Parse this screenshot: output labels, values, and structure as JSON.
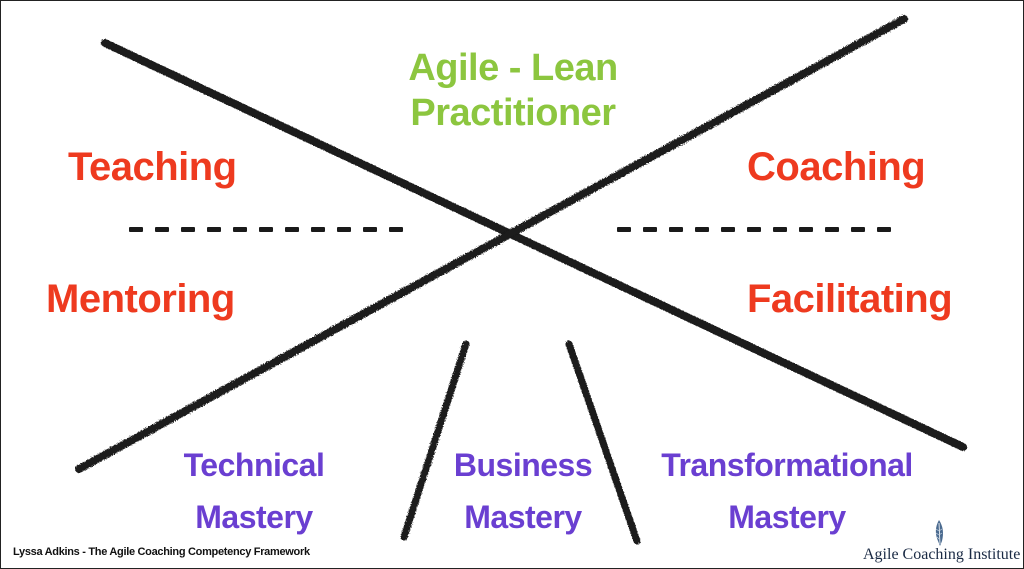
{
  "center_title": {
    "line1": "Agile - Lean",
    "line2": "Practitioner",
    "color": "#8cc63f"
  },
  "left_top": {
    "text": "Teaching",
    "color": "#ee3a1f"
  },
  "left_bottom": {
    "text": "Mentoring",
    "color": "#ee3a1f"
  },
  "right_top": {
    "text": "Coaching",
    "color": "#ee3a1f"
  },
  "right_bottom": {
    "text": "Facilitating",
    "color": "#ee3a1f"
  },
  "masteries": [
    {
      "line1": "Technical",
      "line2": "Mastery"
    },
    {
      "line1": "Business",
      "line2": "Mastery"
    },
    {
      "line1": "Transformational",
      "line2": "Mastery"
    }
  ],
  "mastery_color": "#6a3fd1",
  "footer": {
    "credit": "Lyssa Adkins - The Agile Coaching Competency Framework",
    "logo_text": "Agile Coaching Institute",
    "logo_icon": "feather-icon"
  }
}
